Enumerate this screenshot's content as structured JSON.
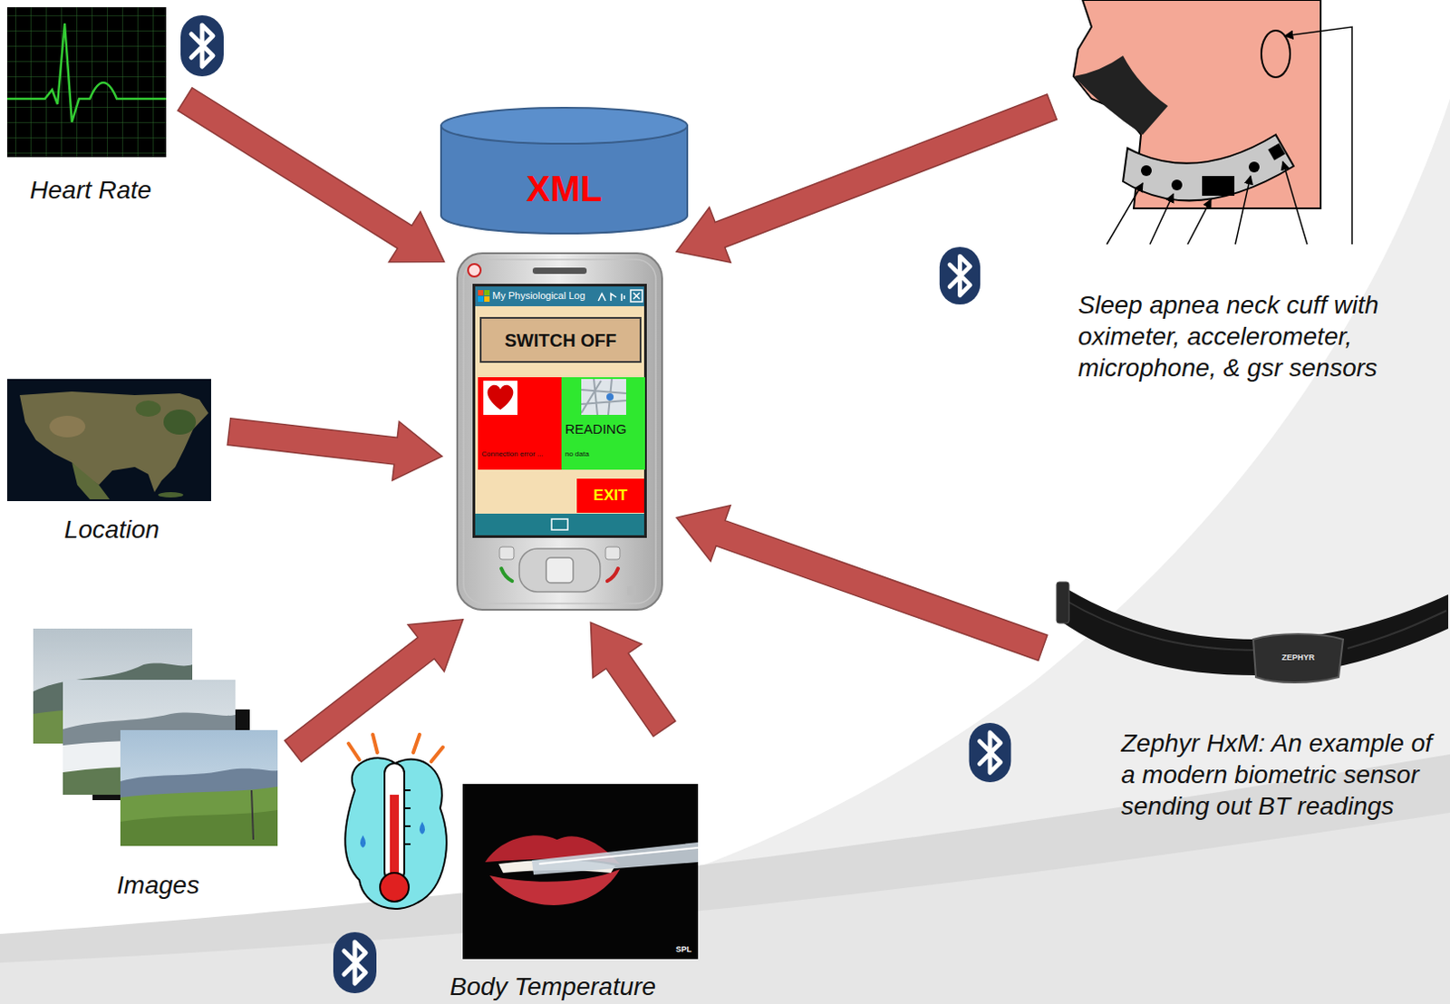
{
  "diagram": {
    "nodes": [
      {
        "text": [
          "Heart Rate"
        ]
      },
      {
        "text": [
          "XML"
        ]
      },
      {
        "text": [
          "Sleep apnea neck cuff with oximeter, accelerometer, microphone, & gsr sensors"
        ]
      },
      {
        "text": [
          "My Physiological Log"
        ]
      },
      {
        "text": [
          "SWITCH OFF"
        ],
        "in": 3
      },
      {
        "text": [
          "Connection error ..."
        ],
        "in": 3
      },
      {
        "text": [
          "READING",
          "no data"
        ],
        "in": 3
      },
      {
        "text": [
          "EXIT"
        ],
        "in": 3
      },
      {
        "text": [
          "Location"
        ]
      },
      {
        "text": [
          "Zephyr HxM: An example of a modern biometric sensor sending out BT readings"
        ]
      },
      {
        "text": [
          "Images"
        ]
      },
      {
        "text": [
          "Body Temperature"
        ]
      }
    ],
    "edges": [
      {
        "from": 0,
        "to": 3,
        "arrow": "to"
      },
      {
        "from": 2,
        "to": 3,
        "arrow": "to"
      },
      {
        "from": 8,
        "to": 3,
        "arrow": "to"
      },
      {
        "from": 9,
        "to": 3,
        "arrow": "to"
      },
      {
        "from": 10,
        "to": 3,
        "arrow": "to"
      },
      {
        "from": 11,
        "to": 3,
        "arrow": "to"
      }
    ],
    "labels": [
      "ZEPHYR",
      "SPL"
    ]
  }
}
